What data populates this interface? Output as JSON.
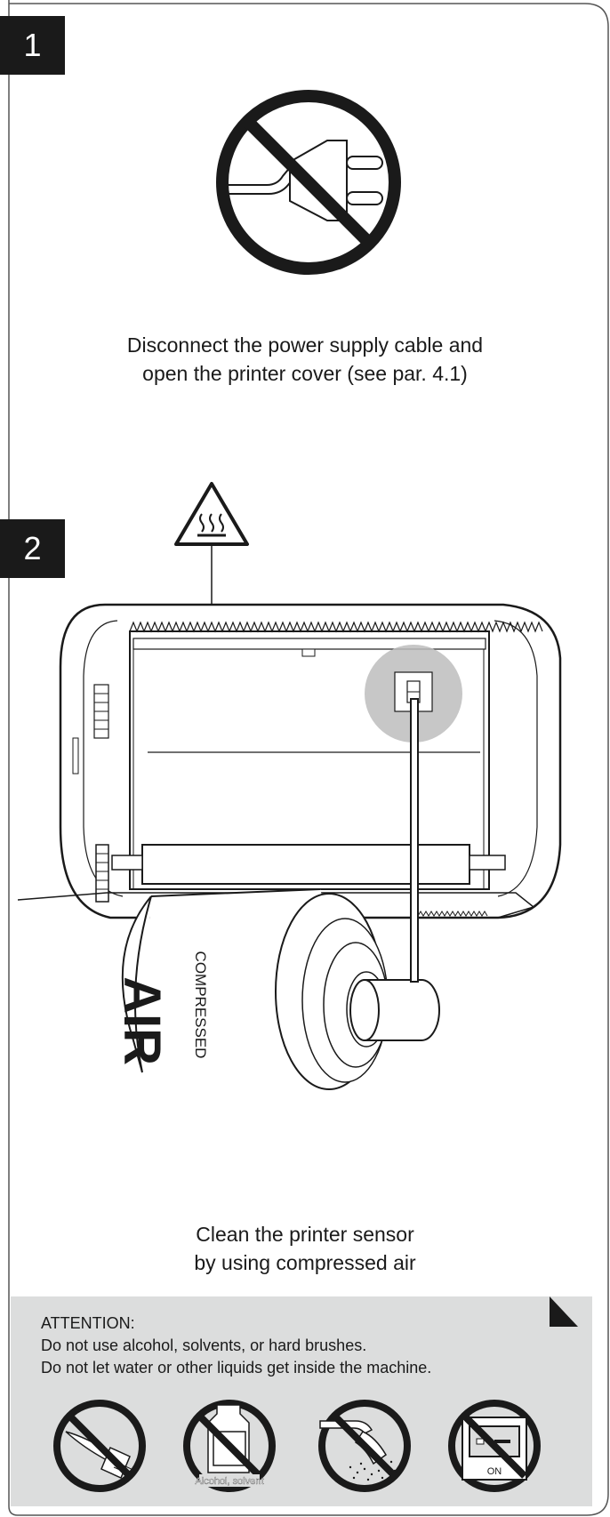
{
  "step1": {
    "number": "1",
    "caption_line1": "Disconnect the power supply cable and",
    "caption_line2": "open the printer cover (see par. 4.1)"
  },
  "step2": {
    "number": "2",
    "can_text_big": "AIR",
    "can_text_small": "COMPRESSED",
    "caption_line1": "Clean the printer sensor",
    "caption_line2": "by using compressed air"
  },
  "attention": {
    "heading": "ATTENTION:",
    "line1": "Do not use alcohol, solvents, or hard brushes.",
    "line2": "Do not let water or other liquids get inside the machine.",
    "icons": [
      {
        "name": "no-brush-icon"
      },
      {
        "name": "no-alcohol-solvent-icon",
        "label": "Alcohol, solvent"
      },
      {
        "name": "no-water-icon"
      },
      {
        "name": "power-off-icon",
        "label": "ON"
      }
    ]
  },
  "colors": {
    "ink": "#1a1a1a",
    "panel": "#dcdddd",
    "highlight": "#bdbdbd"
  }
}
